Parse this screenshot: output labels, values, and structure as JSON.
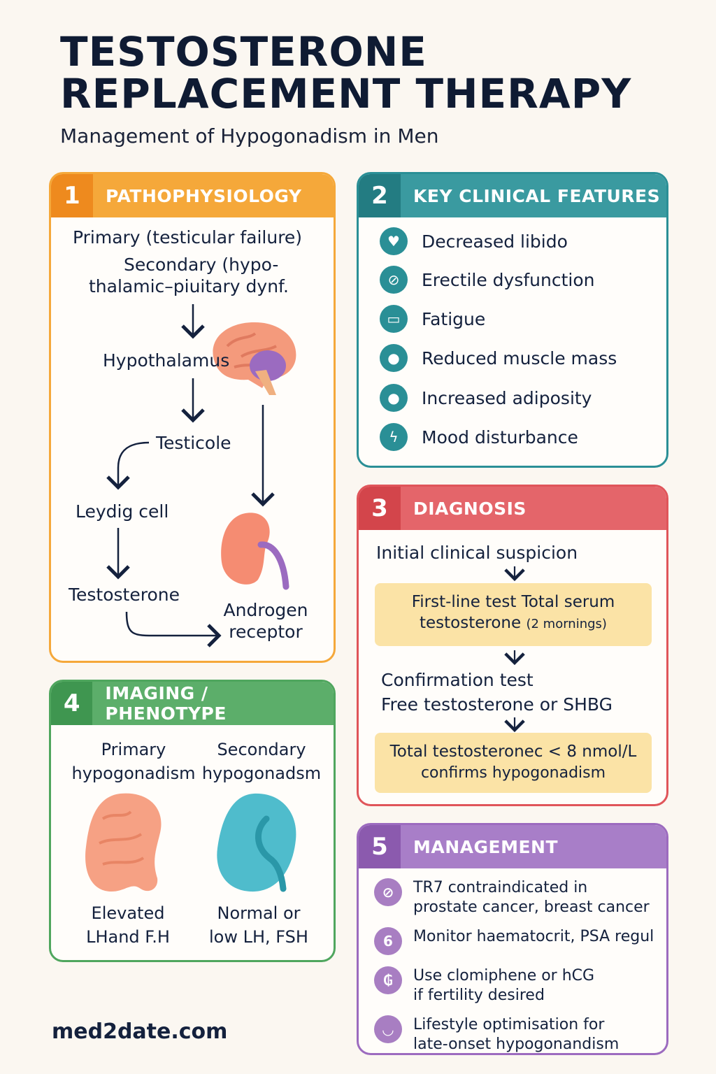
{
  "header": {
    "title_line1": "TESTOSTERONE",
    "title_line2": "REPLACEMENT THERAPY",
    "subtitle": "Management of Hypogonadism in Men"
  },
  "colors": {
    "orange": "#f5a83a",
    "orange_dark": "#ee8a1e",
    "teal": "#2a8f96",
    "red": "#e0555a",
    "green": "#4fa65e",
    "purple": "#9c6bbf",
    "yellow_box": "#fbe3a6"
  },
  "section1": {
    "num": "1",
    "title": "PATHOPHYSIOLOGY",
    "primary": "Primary (testicular failure)",
    "secondary_l1": "Secondary (hypo-",
    "secondary_l2": "thalamic–piuitary dynf.",
    "hypothalamus": "Hypothalamus",
    "testicole": "Testicole",
    "leydig": "Leydig cell",
    "testosterone": "Testosterone",
    "androgen_l1": "Androgen",
    "androgen_l2": "receptor"
  },
  "section2": {
    "num": "2",
    "title": "KEY CLINICAL FEATURES",
    "items": [
      {
        "label": "Decreased libido",
        "icon": "heart-icon",
        "glyph": "♥"
      },
      {
        "label": "Erectile dysfunction",
        "icon": "prohibited-icon",
        "glyph": "⊘"
      },
      {
        "label": "Fatigue",
        "icon": "battery-icon",
        "glyph": "▭"
      },
      {
        "label": "Reduced muscle mass",
        "icon": "person-icon",
        "glyph": "●"
      },
      {
        "label": "Increased adiposity",
        "icon": "body-icon",
        "glyph": "●"
      },
      {
        "label": "Mood disturbance",
        "icon": "lightning-icon",
        "glyph": "ϟ"
      }
    ]
  },
  "section3": {
    "num": "3",
    "title": "DIAGNOSIS",
    "initial": "Initial clinical suspicion",
    "first_line_l1": "First-line test  Total serum",
    "first_line_l2": "testosterone",
    "first_line_note": "(2 mornings)",
    "confirm_l1": "Confirmation test",
    "confirm_l2": "Free testosterone or SHBG",
    "result_l1": "Total testosteronec < 8 nmol/L",
    "result_l2": "confirms hypogonadism"
  },
  "section4": {
    "num": "4",
    "title": "IMAGING / PHENOTYPE",
    "primary_l1": "Primary",
    "primary_l2": "hypogonadism",
    "secondary_l1": "Secondary",
    "secondary_l2": "hypogonadsm",
    "primary_lab_l1": "Elevated",
    "primary_lab_l2": "LHand F.H",
    "secondary_lab_l1": "Normal or",
    "secondary_lab_l2": "low LH, FSH"
  },
  "section5": {
    "num": "5",
    "title": "MANAGEMENT",
    "items": [
      {
        "text": "TR7 contraindicated in\nprostate cancer, breast cancer",
        "icon": "prohibited-icon",
        "glyph": "⊘"
      },
      {
        "text": "Monitor haematocrit, PSA regul",
        "icon": "six-icon",
        "glyph": "6"
      },
      {
        "text": "Use clomiphene or hCG\nif fertility desired",
        "icon": "fertility-icon",
        "glyph": "₲"
      },
      {
        "text": "Lifestyle optimisation for\nlate-onset hypogonandism",
        "icon": "bowl-icon",
        "glyph": "◡"
      }
    ]
  },
  "footer": {
    "site": "med2date.com"
  }
}
